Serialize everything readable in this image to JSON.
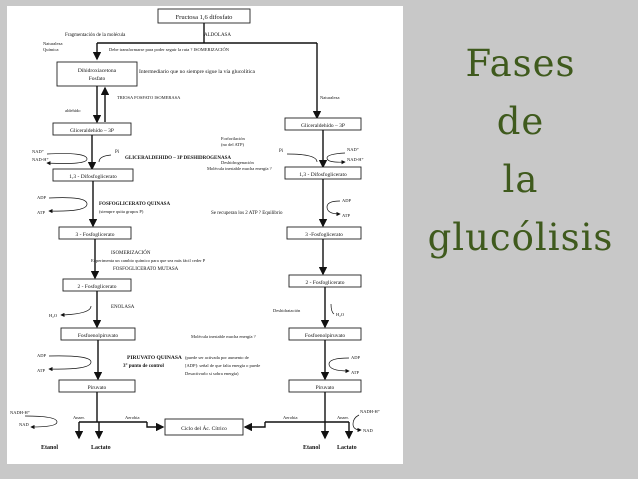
{
  "title": {
    "line1": "Fases",
    "line2": "de",
    "line3": "la",
    "line4": "glucólisis"
  },
  "colors": {
    "background": "#c8c8c8",
    "title": "#3f5a1d",
    "sheet": "#ffffff"
  },
  "diagram": {
    "top": "Fructosa 1,6 difosfato",
    "frag": "Fragmentación de la molécula",
    "aldolasa": "ALDOLASA",
    "nat_quim1": "Naturaleza",
    "nat_quim2": "Química",
    "transform": "Debe transformarse para poder seguir la ruta ?  ISOMERIZACIÓN",
    "dhap1": "Dihidroxiacetona",
    "dhap2": "Fosfato",
    "intermedio": "Intermediario que no siempre sigue la vía glucolítica",
    "tpi": "TRIOSA FOSFATO ISOMERASA",
    "naturaleza": "Naturaleza",
    "aldehido": "aldehído",
    "g3p_l": "Gliceraldehído – 3P",
    "g3p_r": "Gliceraldehído – 3P",
    "fosf1": "Forforilación",
    "fosf2": "(no del ATP)",
    "pi_l": "Pi",
    "pi_r": "Pi",
    "nad_l": "NAD⁺",
    "nadh_l": "NAD-H⁺",
    "nad_r": "NAD⁺",
    "nadh_r": "NAD-H⁺",
    "gapdh": "GLICERALDEHIDO – 3P DESHIDROGENASA",
    "deshid": "Deshidrogenación",
    "inestable1": "Molécula inestable mucha energía ?",
    "bpg_l": "1,3 - Difosfoglicerato",
    "bpg_r": "1,3 - Difosfoglicerato",
    "adp1_l": "ADP",
    "atp1_l": "ATP",
    "adp1_r": "ADP",
    "atp1_r": "ATP",
    "pgk": "FOSFOGLICERATO QUINASA",
    "pgk_sub": "(siempre quita grupos P)",
    "recuperan": "Se recuperan los 2 ATP ?  Equilibrio",
    "pg3_l": "3 - Fosfoglicerato",
    "pg3_r": "3 -Fosfoglicerato",
    "isom": "ISOMERIZACIÓN",
    "isom_sub": "Experimenta un cambio químico para que sea más fácil ceder P",
    "pgm": "FOSFOGLICERATO MUTASA",
    "pg2_l": "2 - Fosfoglicerato",
    "pg2_r": "2 - Fosfoglicerato",
    "h2o_l": "H₂O",
    "h2o_r": "H₂O",
    "enolasa": "ENOLASA",
    "deshidrat": "Deshidratación",
    "pep_l": "Fosfoenolpiruvato",
    "pep_r": "Fosfoenolpiruvato",
    "inestable2": "Molécula inestable mucha energía ?",
    "adp2_l": "ADP",
    "atp2_l": "ATP",
    "adp2_r": "ADP",
    "atp2_r": "ATP",
    "pk": "PIRUVATO QUINASA",
    "pk_note1": "(puede ser activada por aumento de",
    "pk_note2": "[ADP]: señal de que falta energía o puede",
    "pk_note3": "Desactivarlo si sobra energía)",
    "control": "3° punto de control",
    "pyr_l": "Piruvato",
    "pyr_r": "Piruvato",
    "nadh3_l": "NADH-H⁺",
    "nad3_l": "NAD",
    "nadh3_r": "NADH-H⁺",
    "nad3_r": "NAD",
    "anaer_l": "Anaer.",
    "anaer_r": "Anaer.",
    "aerobia_l": "Aerobia",
    "aerobia_r": "Aerobia",
    "ciclo": "Ciclo del Ác. Cítrico",
    "etanol_l": "Etanol",
    "lactato_l": "Lactato",
    "etanol_r": "Etanol",
    "lactato_r": "Lactato"
  }
}
